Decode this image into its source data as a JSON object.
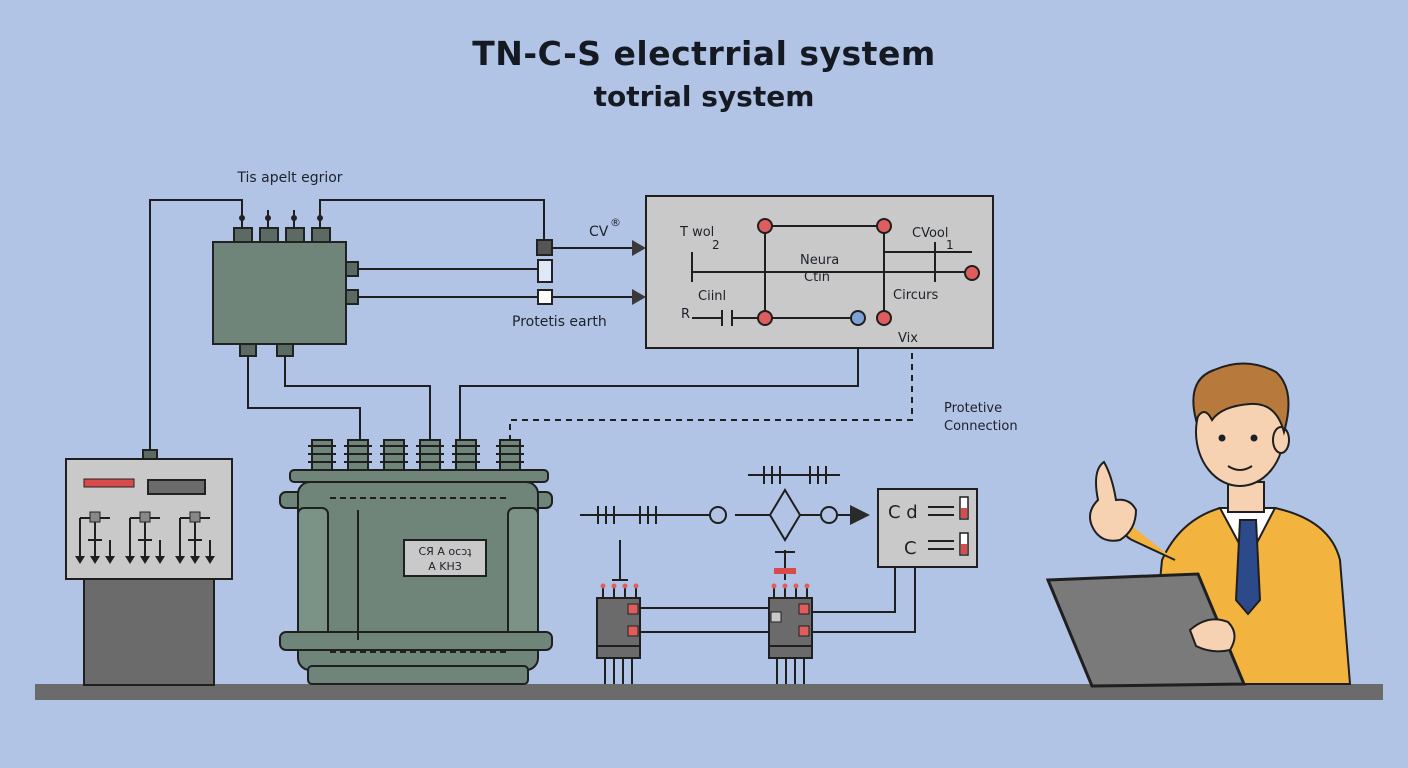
{
  "title": "TN-C-S electrrial system",
  "subtitle": "totrial system",
  "labels": {
    "supply_label": "Tis apelt egrior",
    "cv_label": "CV",
    "cv_superscript": "®",
    "protective_earth": "Protetis earth",
    "panel_t_wol": "T wol",
    "panel_2": "2",
    "panel_neura": "Neura",
    "panel_ctin": "Ctin",
    "panel_cvool": "CVool",
    "panel_1": "1",
    "panel_ciinl": "Ciinl",
    "panel_circurs": "Circurs",
    "panel_r": "R",
    "vix": "Vix",
    "protective_connection_1": "Protetive",
    "protective_connection_2": "Connection",
    "transformer_plate_1": "CЯ A ocɔʇ",
    "transformer_plate_2": "A ΚНЗ",
    "meter_cd": "C d",
    "meter_c": "C"
  },
  "colors": {
    "background": "#b1c4e6",
    "equipment_fill": "#6f857a",
    "panel_fill": "#c9c9c9",
    "terminal_red": "#e05d5d",
    "terminal_blue": "#7ea1d6",
    "suit_yellow": "#f2b43f",
    "ground_line": "#6b6b6b"
  },
  "icons": {
    "presenter": "person-pointing-icon",
    "tablet": "tablet-icon",
    "transformer": "transformer-icon",
    "switchgear": "switchgear-icon"
  }
}
